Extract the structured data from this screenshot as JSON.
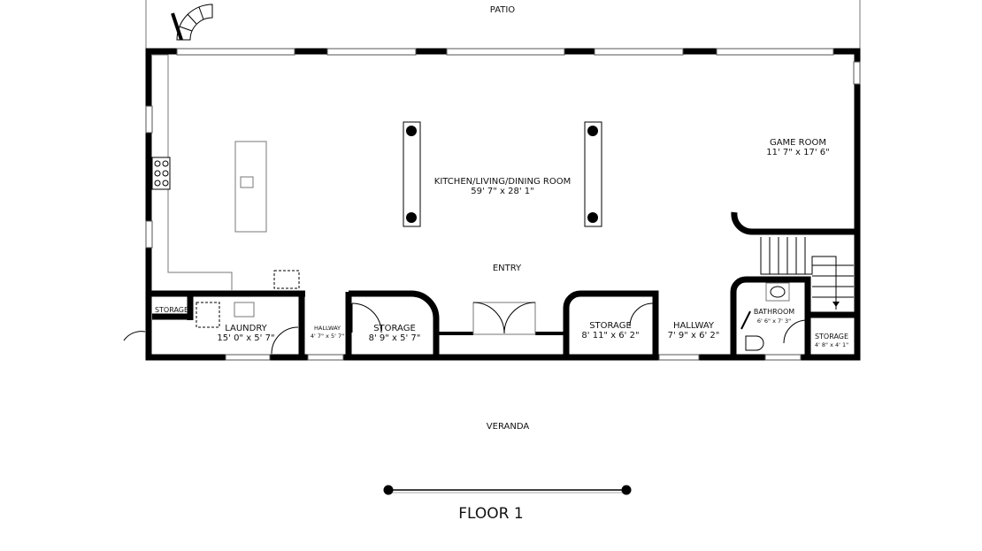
{
  "outside": {
    "patio": "PATIO",
    "veranda": "VERANDA"
  },
  "rooms": {
    "kitchen": {
      "name": "KITCHEN/LIVING/DINING ROOM",
      "size": "59' 7\" x 28' 1\""
    },
    "game_room": {
      "name": "GAME ROOM",
      "size": "11' 7\" x 17' 6\""
    },
    "entry": {
      "name": "ENTRY"
    },
    "storage_small": {
      "name": "STORAGE"
    },
    "laundry": {
      "name": "LAUNDRY",
      "size": "15' 0\" x 5' 7\""
    },
    "hallway_1": {
      "name": "HALLWAY",
      "size": "4' 7\" x 5' 7\""
    },
    "storage_1": {
      "name": "STORAGE",
      "size": "8' 9\" x 5' 7\""
    },
    "storage_2": {
      "name": "STORAGE",
      "size": "8' 11\" x 6' 2\""
    },
    "hallway_2": {
      "name": "HALLWAY",
      "size": "7' 9\" x 6' 2\""
    },
    "bathroom": {
      "name": "BATHROOM",
      "size": "6' 6\" x 7' 3\""
    },
    "storage_3": {
      "name": "STORAGE",
      "size": "4' 8\" x 4' 1\""
    }
  },
  "floor_label": "FLOOR 1",
  "colors": {
    "wall": "#000000",
    "background": "#ffffff"
  }
}
